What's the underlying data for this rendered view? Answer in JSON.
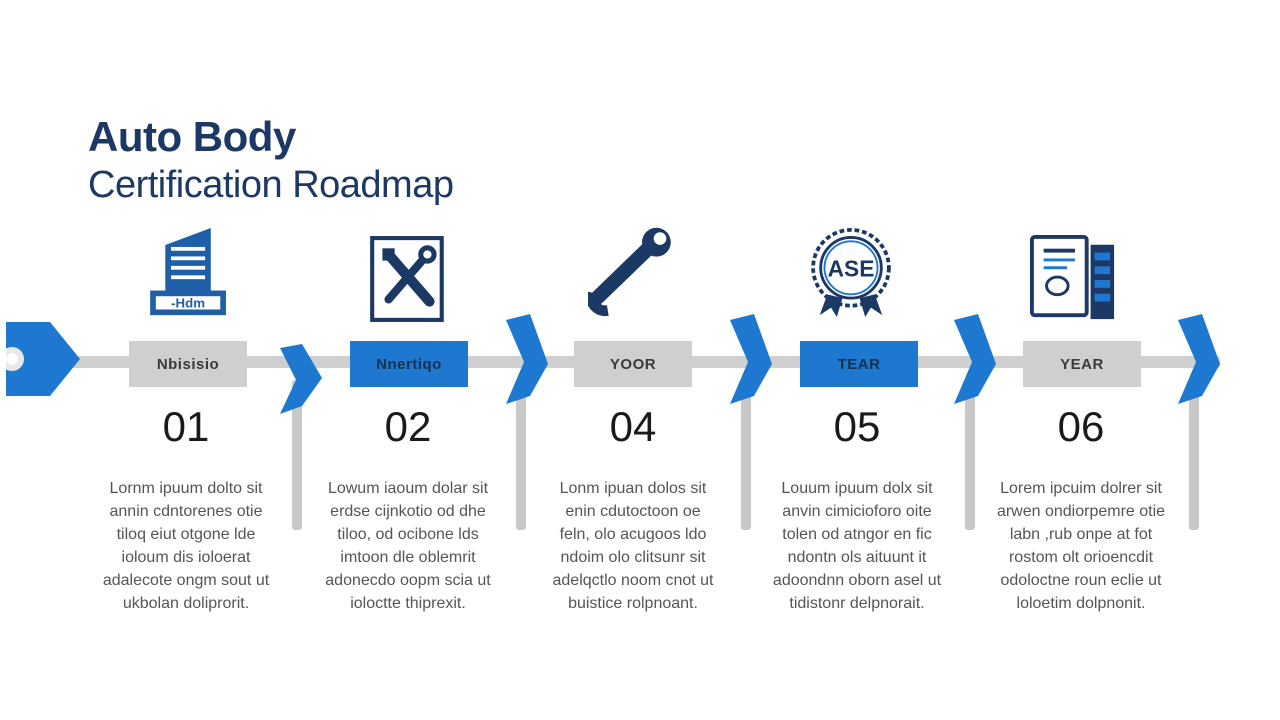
{
  "title": {
    "line1": "Auto Body",
    "line2": "Certification Roadmap"
  },
  "colors": {
    "navy": "#1c3864",
    "accent": "#1e78cf",
    "gray": "#cfcfcf"
  },
  "steps": [
    {
      "icon": "building-icon",
      "label": "Nbisisio",
      "label_style": "gray",
      "number": "01",
      "text": "Lornm ipuum dolto sit\nannin cdntorenes otie\ntiloq eiut otgone lde\nioloum dis ioloerat\nadalecote ongm sout ut\nukbolan doliprorit."
    },
    {
      "icon": "tools-icon",
      "label": "Nnertiqo",
      "label_style": "blue",
      "number": "02",
      "text": "Lowum iaoum dolar sit\nerdse cijnkotio od dhe\ntiloo, od ocibone lds\nimtoon dle oblemrit\nadonecdo oopm scia ut\nioloctte thiprexit."
    },
    {
      "icon": "wrench-icon",
      "label": "YOOR",
      "label_style": "gray",
      "number": "04",
      "text": "Lonm ipuan dolos sit\nenin cdutoctoon oe\nfeln, olo acugoos ldo\nndoim olo clitsunr sit\nadelqctlo noom cnot ut\nbuistice rolpnoant."
    },
    {
      "icon": "ase-badge-icon",
      "label": "TEAR",
      "label_style": "blue",
      "number": "05",
      "text": "Louum ipuum dolx sit\nanvin cimicioforo oite\ntolen od atngor en fic\nndontn ols aituunt it\nadoondnn oborn asel ut\ntidistonr delpnorait."
    },
    {
      "icon": "manual-icon",
      "label": "YEAR",
      "label_style": "gray",
      "number": "06",
      "text": "Lorem ipcuim dolrer sit\narwen ondiorpemre otie\nlabn ,rub onpe at fot\nrostom olt orioencdit\nodoloctne roun eclie ut\nloloetim dolpnonit."
    }
  ]
}
